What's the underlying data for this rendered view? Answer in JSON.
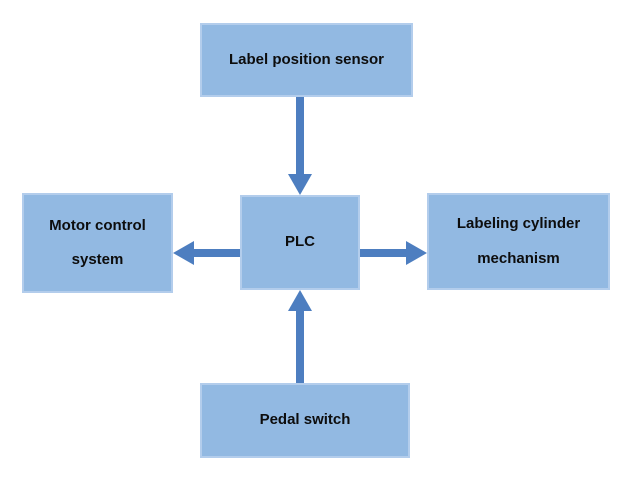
{
  "diagram": {
    "type": "block-diagram",
    "nodes": [
      {
        "id": "label-position-sensor",
        "label": "Label position sensor",
        "position": "top"
      },
      {
        "id": "motor-control-system",
        "label": "Motor control system",
        "position": "left"
      },
      {
        "id": "plc",
        "label": "PLC",
        "position": "center"
      },
      {
        "id": "labeling-cylinder-mechanism",
        "label": "Labeling cylinder mechanism",
        "position": "right"
      },
      {
        "id": "pedal-switch",
        "label": "Pedal switch",
        "position": "bottom"
      }
    ],
    "edges": [
      {
        "from": "label-position-sensor",
        "to": "plc",
        "direction": "down"
      },
      {
        "from": "plc",
        "to": "motor-control-system",
        "direction": "left"
      },
      {
        "from": "plc",
        "to": "labeling-cylinder-mechanism",
        "direction": "right"
      },
      {
        "from": "pedal-switch",
        "to": "plc",
        "direction": "up"
      }
    ],
    "colors": {
      "box_fill": "#92b9e2",
      "box_border": "#b3cdec",
      "arrow": "#4d7ec0",
      "text": "#0d0d0d",
      "background": "#ffffff"
    }
  }
}
